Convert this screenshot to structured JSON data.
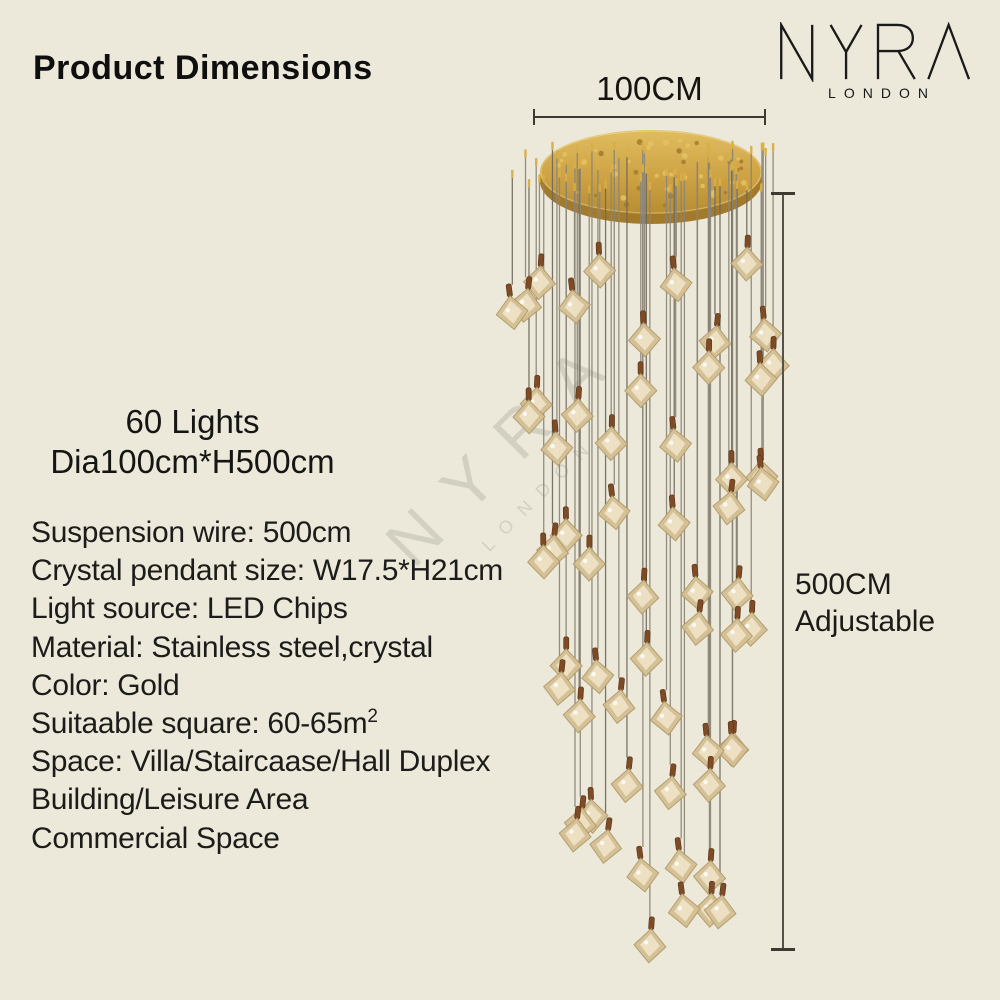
{
  "colors": {
    "background": "#ece9da",
    "gold_plate": "#c79c3f",
    "crystal": "#d5c094",
    "wire": "#8b8578",
    "text": "#1c1c1a",
    "dimension_line": "#3c3a33"
  },
  "header": {
    "title": "Product Dimensions"
  },
  "brand": {
    "name": "NYRA",
    "city": "LONDON"
  },
  "watermark": {
    "name": "NYRA",
    "city": "LONDON"
  },
  "dimensions": {
    "width_label": "100CM",
    "height_label": "500CM",
    "height_note": "Adjustable"
  },
  "product": {
    "lights": "60 Lights",
    "size": "Dia100cm*H500cm",
    "specs": [
      "Suspension wire: 500cm",
      "Crystal pendant size: W17.5*H21cm",
      "Light source: LED Chips",
      "Material: Stainless steel,crystal",
      "Color: Gold",
      "Suitaable square: 60-65m",
      "Space: Villa/Staircaase/Hall Duplex",
      "Building/Leisure Area",
      "Commercial Space"
    ],
    "suitable_area_superscript": "2"
  },
  "illustration": {
    "type": "spiral-crystal-chandelier",
    "pendant_count": 60
  }
}
